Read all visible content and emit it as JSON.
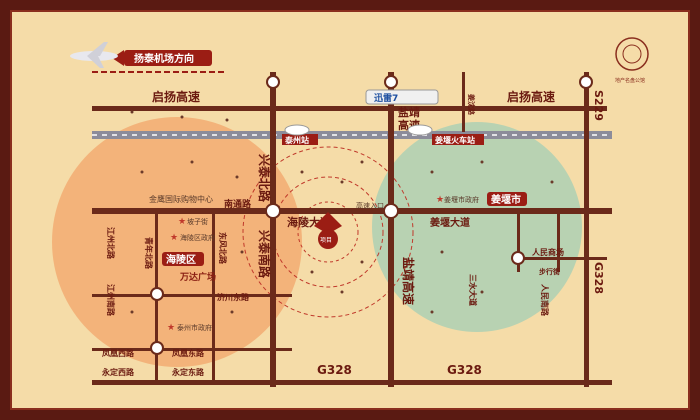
{
  "airport_label": "扬泰机场方向",
  "brand": "迅雷7",
  "logo_caption": "地产名盘公馆",
  "expressways": {
    "qiyang_left": "启扬高速",
    "qiyang_right": "启扬高速",
    "yanjing_top": "盐靖",
    "yanjing_top2": "高速",
    "yanjing_bottom": "盐靖高速"
  },
  "highways": {
    "s229": "S229",
    "g328_right": "G328",
    "g328_bottom1": "G328",
    "g328_bottom2": "G328"
  },
  "roads": {
    "xingtai_north": "兴泰北路",
    "xingtai_south": "兴泰南路",
    "hailing_ave": "海陵大道",
    "nantong": "南通路",
    "jiangyan_ave": "姜堰大道",
    "jiangzhou_north": "江州北路",
    "jiangzhou_south": "江州南路",
    "qingnian_north": "青年北路",
    "dongfeng_north": "东风北路",
    "jichuan_east": "济川东路",
    "fengcheng_west": "凤凰西路",
    "fengcheng_east": "凤凰东路",
    "yongding_west": "永定西路",
    "yongding_east": "永定东路",
    "meiyuan": "姜沈路",
    "sanshui": "三水大道",
    "renmin_south": "人民南路",
    "buxing": "步行街",
    "gaoshu_exit": "高速入口"
  },
  "districts": {
    "hailing": "海陵区",
    "jiangyan": "姜堰市"
  },
  "pois": {
    "taizhou_station": "泰州站",
    "jiangyan_station": "姜堰火车站",
    "jinfeng_mall": "金鹰国际购物中心",
    "wanda": "万达广场",
    "hailing_gov": "海陵区政府",
    "taizhou_gov": "泰州市政府",
    "jiangyan_gov": "姜堰市政府",
    "renmin_mall": "人民商场",
    "zhizijie": "坡子街",
    "project": "项目"
  },
  "colors": {
    "road": "#6b2a1a",
    "railway": "#8c8c9a",
    "hailing_zone": "#f2a66b",
    "jiangyan_zone": "#a9cfb4",
    "accent": "#9b1d14"
  }
}
